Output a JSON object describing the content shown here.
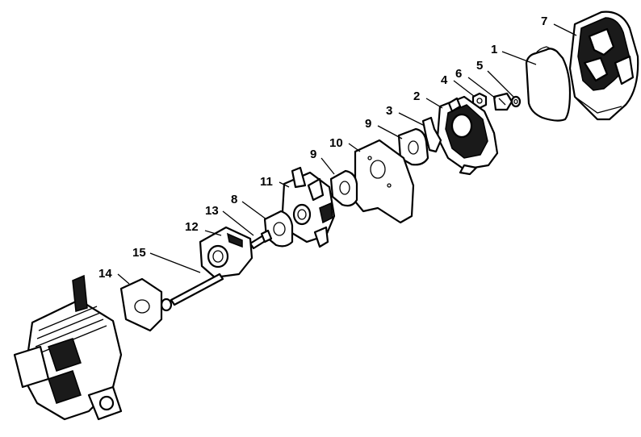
{
  "callouts": [
    {
      "id": "c1",
      "text": "1"
    },
    {
      "id": "c2",
      "text": "2"
    },
    {
      "id": "c3",
      "text": "3"
    },
    {
      "id": "c4",
      "text": "4"
    },
    {
      "id": "c5",
      "text": "5"
    },
    {
      "id": "c6",
      "text": "6"
    },
    {
      "id": "c7",
      "text": "7"
    },
    {
      "id": "c8",
      "text": "8"
    },
    {
      "id": "c9a",
      "text": "9"
    },
    {
      "id": "c9b",
      "text": "9"
    },
    {
      "id": "c10",
      "text": "10"
    },
    {
      "id": "c11",
      "text": "11"
    },
    {
      "id": "c12",
      "text": "12"
    },
    {
      "id": "c13",
      "text": "13"
    },
    {
      "id": "c14",
      "text": "14"
    },
    {
      "id": "c15",
      "text": "15"
    }
  ]
}
